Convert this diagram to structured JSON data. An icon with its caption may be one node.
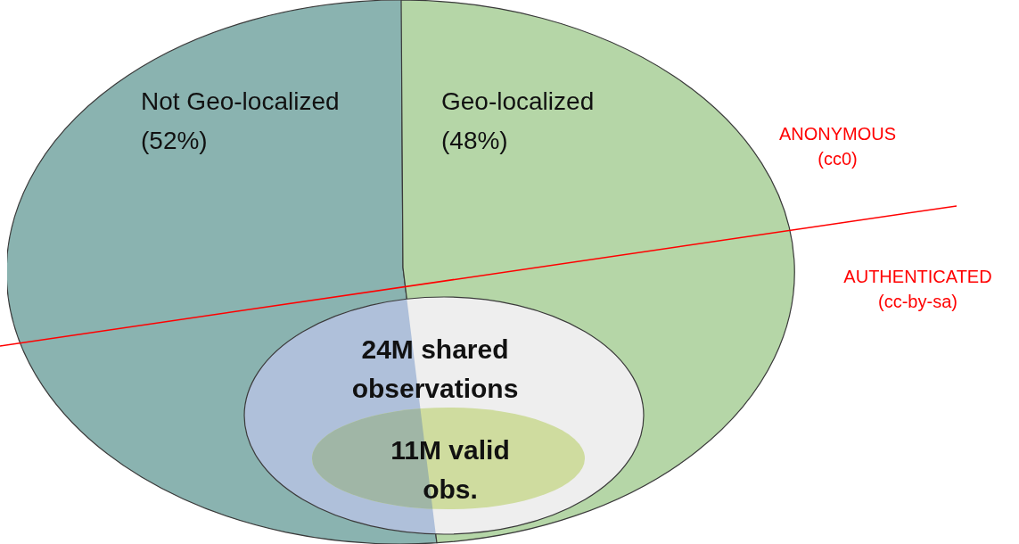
{
  "diagram": {
    "nodes": [
      {
        "text": [
          "Not Geo-localized (52%)"
        ]
      },
      {
        "text": [
          "Geo-localized (48%)"
        ]
      },
      {
        "text": [
          "24M shared observations"
        ]
      },
      {
        "text": [
          "11M valid obs."
        ],
        "in": 2
      }
    ],
    "labels": [
      "ANONYMOUS (cc0)",
      "AUTHENTICATED (cc-by-sa)"
    ]
  }
}
